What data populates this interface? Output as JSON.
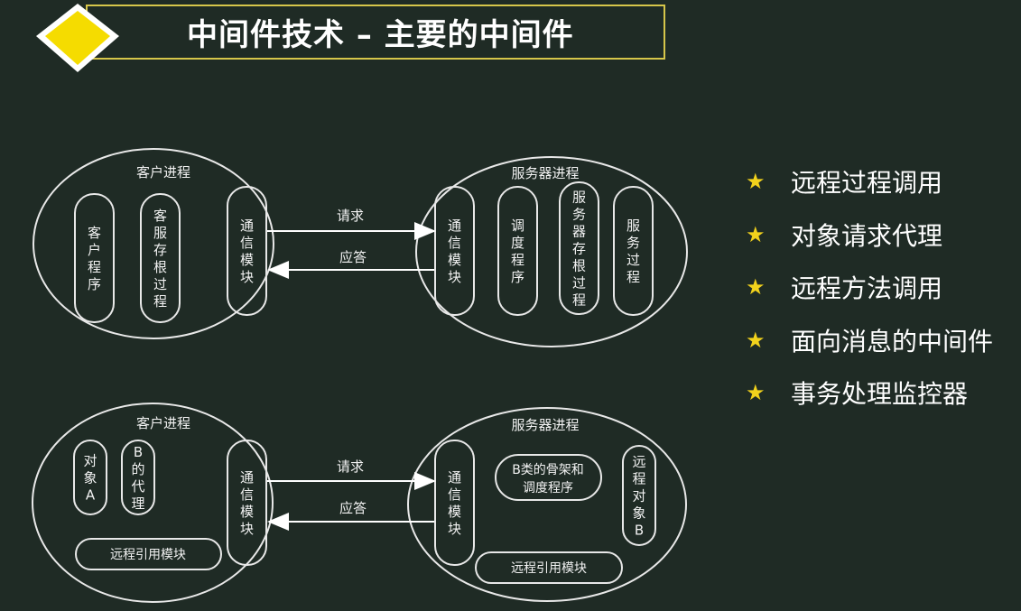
{
  "title": "中间件技术 – 主要的中间件",
  "top_diagram": {
    "client_title": "客户进程",
    "server_title": "服务器进程",
    "client_boxes": [
      "客户程序",
      "客服存根过程",
      "通信模块"
    ],
    "server_boxes": [
      "通信模块",
      "调度程序",
      "服务器存根过程",
      "服务过程"
    ],
    "request": "请求",
    "response": "应答"
  },
  "bottom_diagram": {
    "client_title": "客户进程",
    "server_title": "服务器进程",
    "client_boxes": [
      "对象A",
      "B的代理",
      "通信模块"
    ],
    "client_ref": "远程引用模块",
    "server_comm": "通信模块",
    "skeleton": [
      "B类的骨架和",
      "调度程序"
    ],
    "remote_obj": "远程对象B",
    "server_ref": "远程引用模块",
    "request": "请求",
    "response": "应答"
  },
  "bullets": [
    "远程过程调用",
    "对象请求代理",
    "远程方法调用",
    "面向消息的中间件",
    "事务处理监控器"
  ],
  "colors": {
    "background": "#1f2b25",
    "accent": "#f2d21c",
    "diamond": "#f5dc00"
  }
}
